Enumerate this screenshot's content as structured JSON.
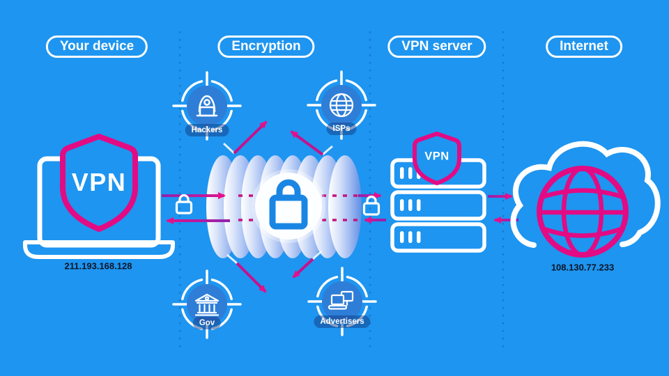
{
  "colors": {
    "background": "#1e95f0",
    "accent_pink": "#e20b84",
    "arrow_purple": "#8e24ae",
    "arrow_pink": "#e8108c",
    "tunnel_blue": "#5f8ee4",
    "lock_blue": "#1a86e4",
    "threat_circle_blue": "#2e7ed8",
    "white": "#ffffff",
    "ip_text": "#0c1426"
  },
  "header": {
    "sections": [
      {
        "label": "Your device"
      },
      {
        "label": "Encryption"
      },
      {
        "label": "VPN server"
      },
      {
        "label": "Internet"
      }
    ]
  },
  "device": {
    "shield_label": "VPN",
    "ip_address": "211.193.168.128"
  },
  "server": {
    "badge_label": "VPN"
  },
  "internet": {
    "ip_address": "108.130.77.233"
  },
  "threats": [
    {
      "label": "Hackers"
    },
    {
      "label": "ISPs"
    },
    {
      "label": "Gov"
    },
    {
      "label": "Advertisers"
    }
  ],
  "icons": {
    "device": "laptop-icon",
    "device_badge": "vpn-shield-icon",
    "encryption_core": "padlock-icon",
    "transit_locks": "small-padlock-icon",
    "server": "server-stack-icon",
    "server_badge": "vpn-shield-icon",
    "internet": "cloud-globe-icon",
    "hackers": "hacker-target-icon",
    "isps": "globe-target-icon",
    "gov": "government-target-icon",
    "advertisers": "devices-target-icon"
  }
}
